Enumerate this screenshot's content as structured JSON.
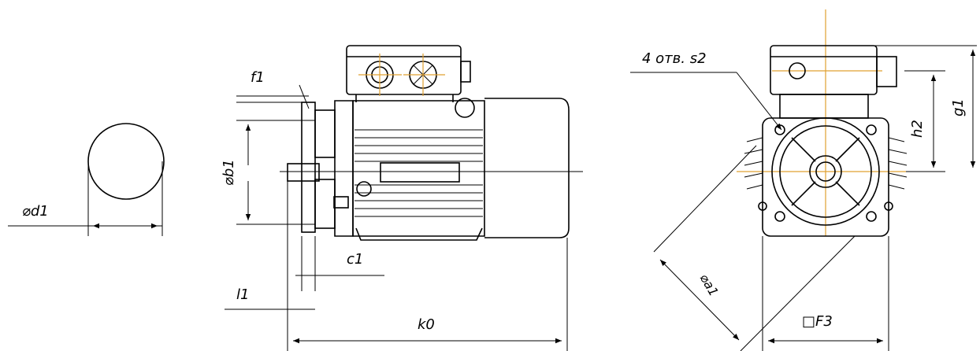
{
  "labels": {
    "d1": "⌀d1",
    "f1": "f1",
    "b1": "⌀b1",
    "c1": "c1",
    "l1": "l1",
    "k0": "k0",
    "holes": "4 отв. s2",
    "h2": "h2",
    "g1": "g1",
    "a1": "⌀a1",
    "f3": "□F3"
  },
  "colors": {
    "line": "#000000",
    "axis": "#e0a030",
    "background": "#ffffff"
  },
  "icons": {
    "cable_gland": "cable-gland-icon",
    "terminal_box": "terminal-box-icon"
  }
}
